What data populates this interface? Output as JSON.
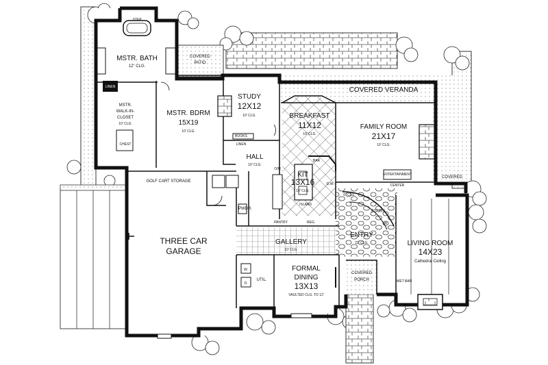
{
  "rooms": {
    "mstr_bath": {
      "name": "MSTR. BATH",
      "note": "12\" CLG."
    },
    "step": "STEP",
    "linen_bath": "LINEN",
    "walkin": {
      "l1": "MSTR.",
      "l2": "WALK-IN-",
      "l3": "CLOSET",
      "note": "10' CLG."
    },
    "chest": "CHEST",
    "covered_patio": {
      "l1": "COVERED",
      "l2": "PATIO"
    },
    "mstr_bdrm": {
      "name": "MSTR. BDRM",
      "size": "15X19",
      "note": "10' CLG."
    },
    "study": {
      "name": "STUDY",
      "size": "12X12",
      "note": "10' CLG."
    },
    "books": "BOOKS",
    "linen": "LINEN",
    "covered_veranda": "COVERED VERANDA",
    "breakfast": {
      "name": "BREAKFAST",
      "size": "11X12",
      "note": "10' CLG."
    },
    "family_room": {
      "name": "FAMILY ROOM",
      "size": "21X17",
      "note": "10' CLG."
    },
    "hall": {
      "name": "HALL",
      "note": "10' CLG."
    },
    "kit": {
      "name": "KIT",
      "size": "13X16",
      "note": "10' CLG."
    },
    "bar": "BAR",
    "island": "ISLAND",
    "om": "O/M",
    "dw": "D.W.",
    "pantry": "PANTRY",
    "reg": "REG.",
    "entertainment": {
      "l1": "ENTERTAINMENT",
      "l2": "CENTER"
    },
    "covered": "COVERED",
    "golf_cart": "GOLF CART STORAGE",
    "pwdr": "PWDR.",
    "stairs": "STAIRS",
    "up": "UP",
    "clg6": "6\" CLG.",
    "three_car": {
      "l1": "THREE CAR",
      "l2": "GARAGE"
    },
    "gallery": {
      "name": "GALLERY",
      "note": "10' CLG."
    },
    "entry": {
      "name": "ENTRY",
      "note": "22' CLG."
    },
    "living_room": {
      "name": "LIVING ROOM",
      "size": "14X23",
      "note": "Cathedral Ceiling"
    },
    "util": "UTIL.",
    "w": "W.",
    "d": "D.",
    "formal_dining": {
      "l1": "FORMAL",
      "l2": "DINING",
      "size": "13X13",
      "note": "VAULTED CLG. TO 12'"
    },
    "covered_porch": {
      "l1": "COVERED",
      "l2": "PORCH"
    },
    "wet_bar": "WET BAR"
  }
}
